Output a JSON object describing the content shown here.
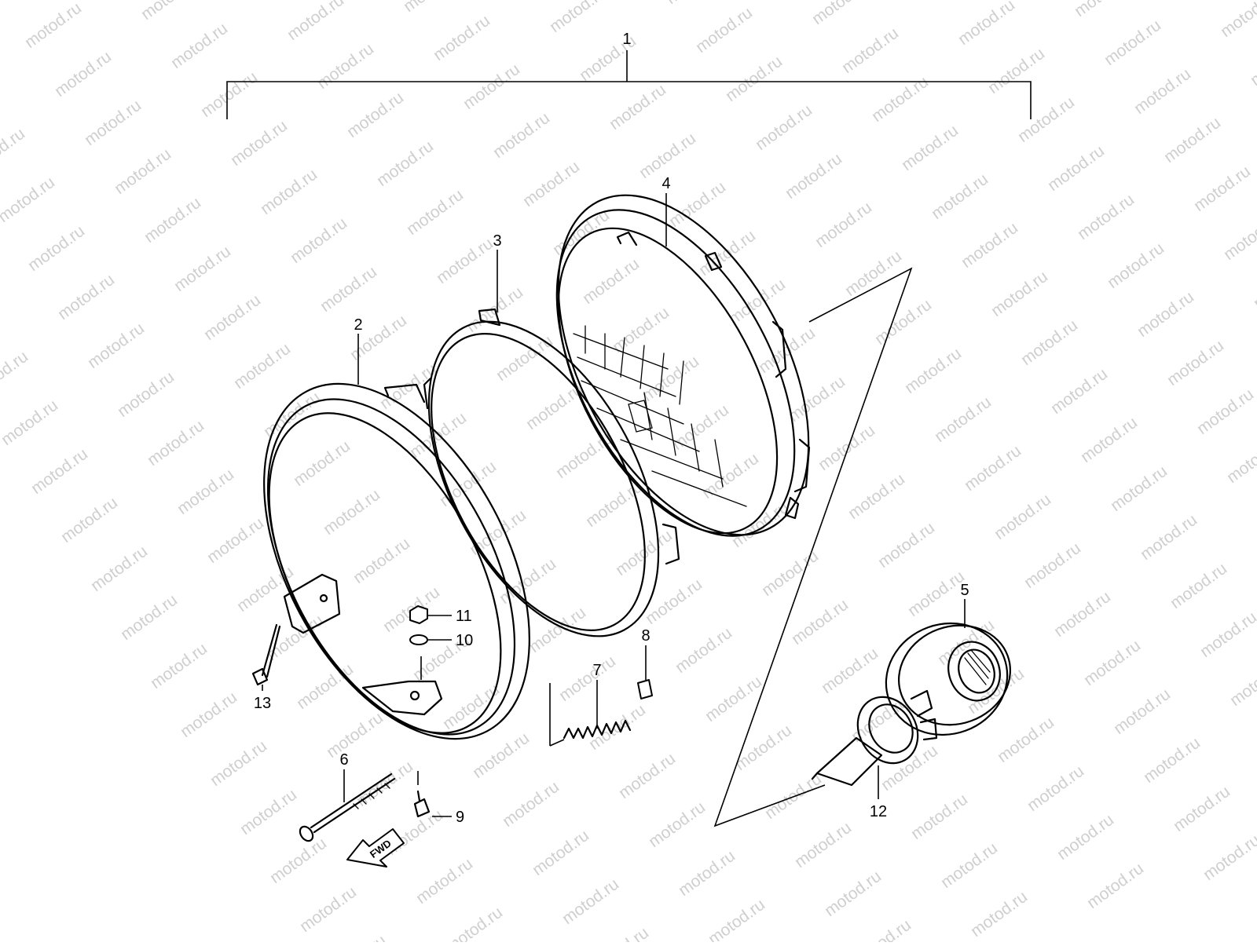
{
  "watermark_text": "motod.ru",
  "callouts": {
    "c1": "1",
    "c2": "2",
    "c3": "3",
    "c4": "4",
    "c5": "5",
    "c6": "6",
    "c7": "7",
    "c8": "8",
    "c9": "9",
    "c10": "10",
    "c11": "11",
    "c12": "12",
    "c13": "13"
  },
  "fwd_label": "FWD"
}
